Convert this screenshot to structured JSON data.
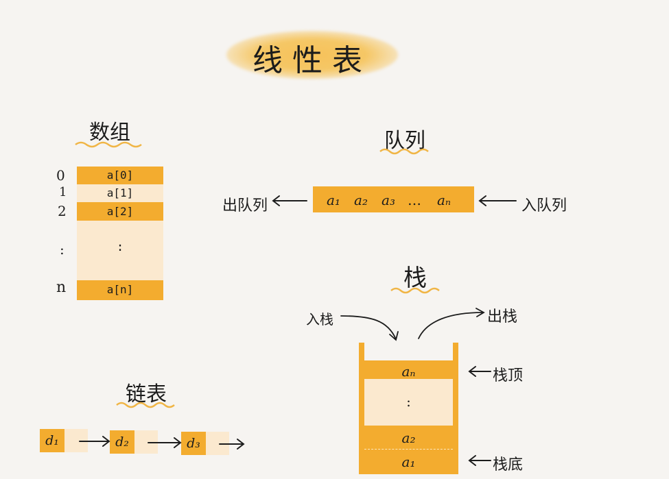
{
  "title": "线性表",
  "array": {
    "heading": "数组",
    "rows": [
      {
        "index": "0",
        "text": "a[0]"
      },
      {
        "index": "1",
        "text": "a[1]"
      },
      {
        "index": "2",
        "text": "a[2]"
      },
      {
        "index": ":",
        "text": ":"
      },
      {
        "index": "n",
        "text": "a[n]"
      }
    ]
  },
  "queue": {
    "heading": "队列",
    "items": [
      "a₁",
      "a₂",
      "a₃",
      "…",
      "aₙ"
    ],
    "dequeue_label": "出队列",
    "enqueue_label": "入队列"
  },
  "stack": {
    "heading": "栈",
    "push_label": "入栈",
    "pop_label": "出栈",
    "top_item": "aₙ",
    "middle": ":",
    "second_item": "a₂",
    "bottom_item": "a₁",
    "top_label": "栈顶",
    "bottom_label": "栈底"
  },
  "linked_list": {
    "heading": "链表",
    "nodes": [
      "d₁",
      "d₂",
      "d₃"
    ]
  },
  "colors": {
    "accent": "#f3ac2f",
    "light": "#fbe9cf",
    "background": "#f6f4f1"
  }
}
